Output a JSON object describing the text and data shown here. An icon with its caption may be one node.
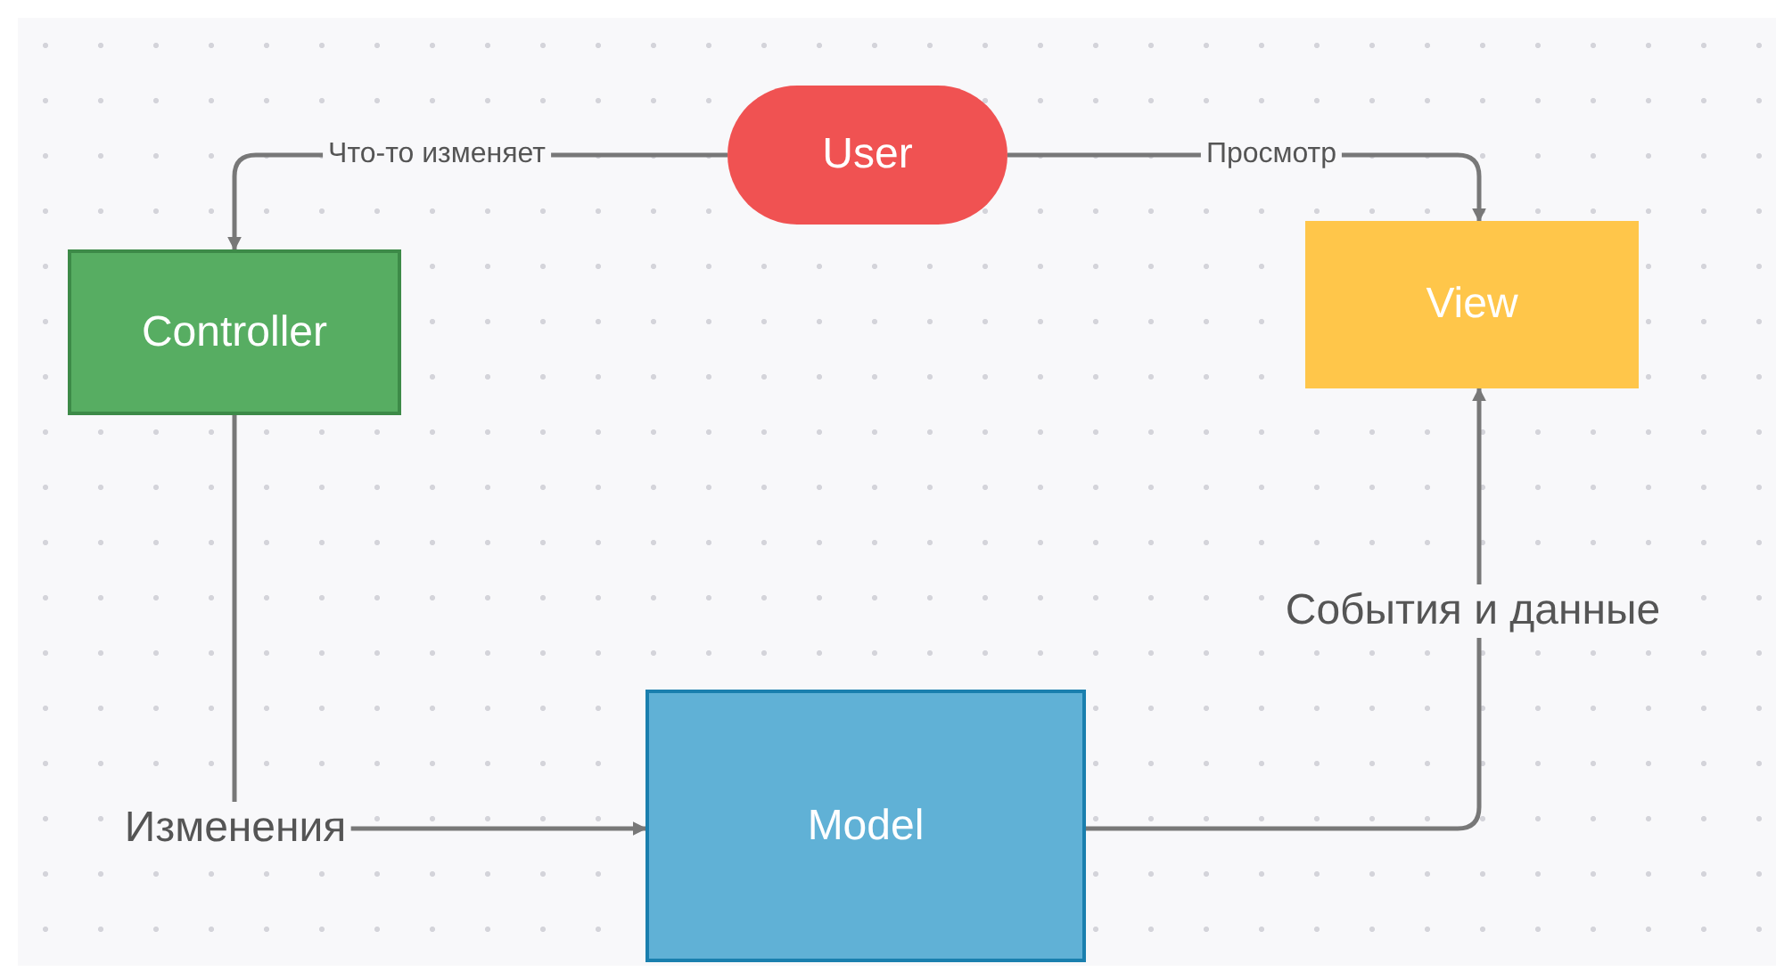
{
  "diagram": {
    "nodes": [
      {
        "text": [
          "User"
        ]
      },
      {
        "text": [
          "Controller"
        ]
      },
      {
        "text": [
          "View"
        ]
      },
      {
        "text": [
          "Model"
        ]
      }
    ],
    "edges": [
      {
        "from": 0,
        "to": 1,
        "arrow": "to",
        "label": "Что-то изменяет"
      },
      {
        "from": 0,
        "to": 2,
        "arrow": "to",
        "label": "Просмотр"
      },
      {
        "from": 1,
        "to": 3,
        "arrow": "to",
        "label": "Изменения"
      },
      {
        "from": 3,
        "to": 2,
        "arrow": "to",
        "label": "События и данные"
      }
    ]
  }
}
